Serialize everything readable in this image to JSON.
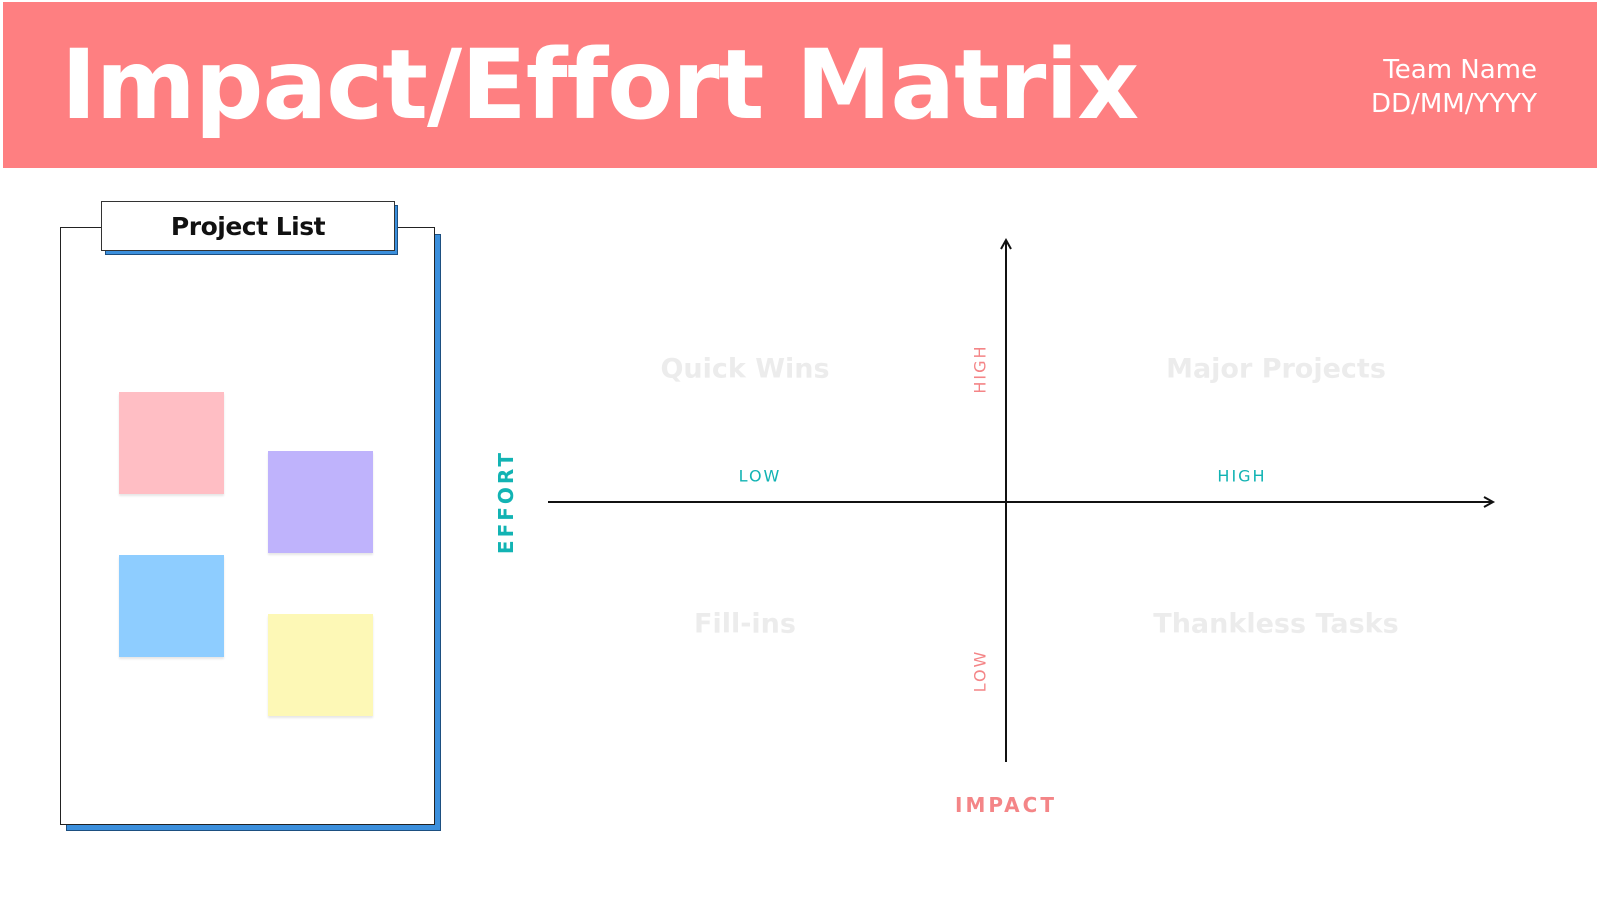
{
  "header": {
    "title": "Impact/Effort Matrix",
    "team_name": "Team Name",
    "date": "DD/MM/YYYY",
    "banner_color": "#fe7f81"
  },
  "project_list": {
    "label": "Project List",
    "accent_color": "#3b8fdc",
    "sticky_notes": [
      {
        "color": "#ffbec4"
      },
      {
        "color": "#bfb3fc"
      },
      {
        "color": "#8ecdff"
      },
      {
        "color": "#fdf8b6"
      }
    ]
  },
  "matrix": {
    "quadrants": {
      "top_left": "Quick Wins",
      "top_right": "Major Projects",
      "bottom_left": "Fill-ins",
      "bottom_right": "Thankless Tasks"
    },
    "effort_axis": {
      "title": "EFFORT",
      "low": "LOW",
      "high": "HIGH",
      "color": "#12b3b3"
    },
    "impact_axis": {
      "title": "IMPACT",
      "low": "LOW",
      "high": "HIGH",
      "color": "#f48587"
    }
  }
}
